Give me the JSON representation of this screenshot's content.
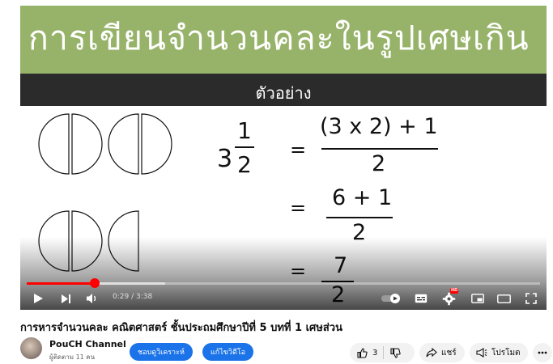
{
  "slide": {
    "title": "การเขียนจำนวนคละในรูปเศษเกิน",
    "subtitle": "ตัวอย่าง",
    "mixed_whole": "3",
    "mixed_numerator": "1",
    "mixed_denominator": "2",
    "equals": "=",
    "step1_numerator": "(3 x 2) + 1",
    "step1_denominator": "2",
    "step2_numerator": "6 + 1",
    "step2_denominator": "2",
    "step3_numerator": "7",
    "step3_denominator": "2"
  },
  "player": {
    "time": "0:29 / 3:38",
    "progress_played": 0.133,
    "progress_buffered": 0.27,
    "settings_badge": "HD"
  },
  "video": {
    "title": "การหารจำนวนคละ คณิตศาสตร์ ชั้นประถมศึกษาปีที่ 5 บทที่ 1 เศษส่วน"
  },
  "channel": {
    "name": "PouCH Channel",
    "subscribers": "ผู้ติดตาม 11 คน"
  },
  "actions": {
    "analyze_label": "ชอบดูวิเคราะห์",
    "solve_label": "แก้ไขวิดีโอ",
    "like_count": "3",
    "share_label": "แชร์",
    "promote_label": "โปรโมต"
  },
  "colors": {
    "header_green": "#97b36a",
    "subbar_dark": "#2b2b2b",
    "progress_red": "#ff0000",
    "pill_blue": "#1a73e8"
  }
}
